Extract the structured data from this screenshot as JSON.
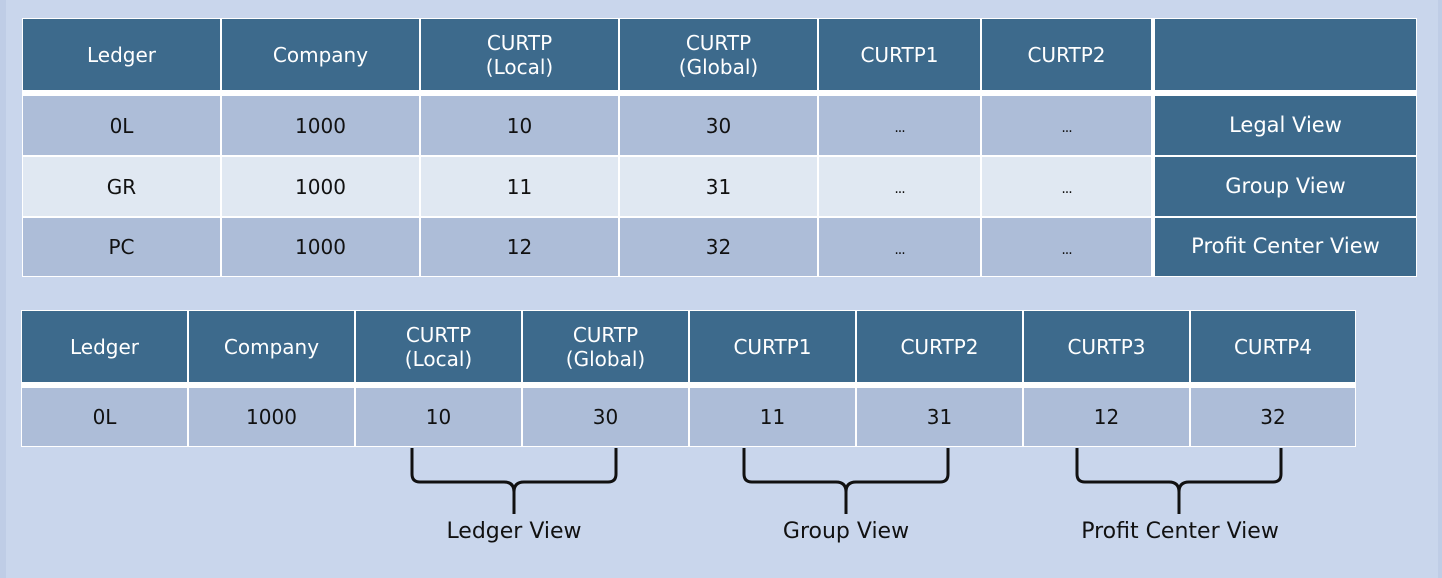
{
  "table1": {
    "headers": [
      "Ledger",
      "Company",
      "CURTP\n(Local)",
      "CURTP\n(Global)",
      "CURTP1",
      "CURTP2",
      ""
    ],
    "header_lines": {
      "curtp_local": [
        "CURTP",
        "(Local)"
      ],
      "curtp_global": [
        "CURTP",
        "(Global)"
      ]
    },
    "rows": [
      {
        "ledger": "0L",
        "company": "1000",
        "curtp_local": "10",
        "curtp_global": "30",
        "curtp1": "...",
        "curtp2": "...",
        "view": "Legal View"
      },
      {
        "ledger": "GR",
        "company": "1000",
        "curtp_local": "11",
        "curtp_global": "31",
        "curtp1": "...",
        "curtp2": "...",
        "view": "Group View"
      },
      {
        "ledger": "PC",
        "company": "1000",
        "curtp_local": "12",
        "curtp_global": "32",
        "curtp1": "...",
        "curtp2": "...",
        "view": "Profit Center View"
      }
    ]
  },
  "table2": {
    "headers": {
      "ledger": "Ledger",
      "company": "Company",
      "curtp_local": [
        "CURTP",
        "(Local)"
      ],
      "curtp_global": [
        "CURTP",
        "(Global)"
      ],
      "curtp1": "CURTP1",
      "curtp2": "CURTP2",
      "curtp3": "CURTP3",
      "curtp4": "CURTP4"
    },
    "row": {
      "ledger": "0L",
      "company": "1000",
      "curtp_local": "10",
      "curtp_global": "30",
      "curtp1": "11",
      "curtp2": "31",
      "curtp3": "12",
      "curtp4": "32"
    }
  },
  "braces": [
    {
      "label": "Ledger View"
    },
    {
      "label": "Group View"
    },
    {
      "label": "Profit Center View"
    }
  ],
  "colors": {
    "background": "#c9d6ec",
    "header": "#3d6a8c",
    "row_dark": "#adbdd8",
    "row_light": "#e0e8f2",
    "text_dark": "#111111",
    "text_light": "#ffffff"
  }
}
